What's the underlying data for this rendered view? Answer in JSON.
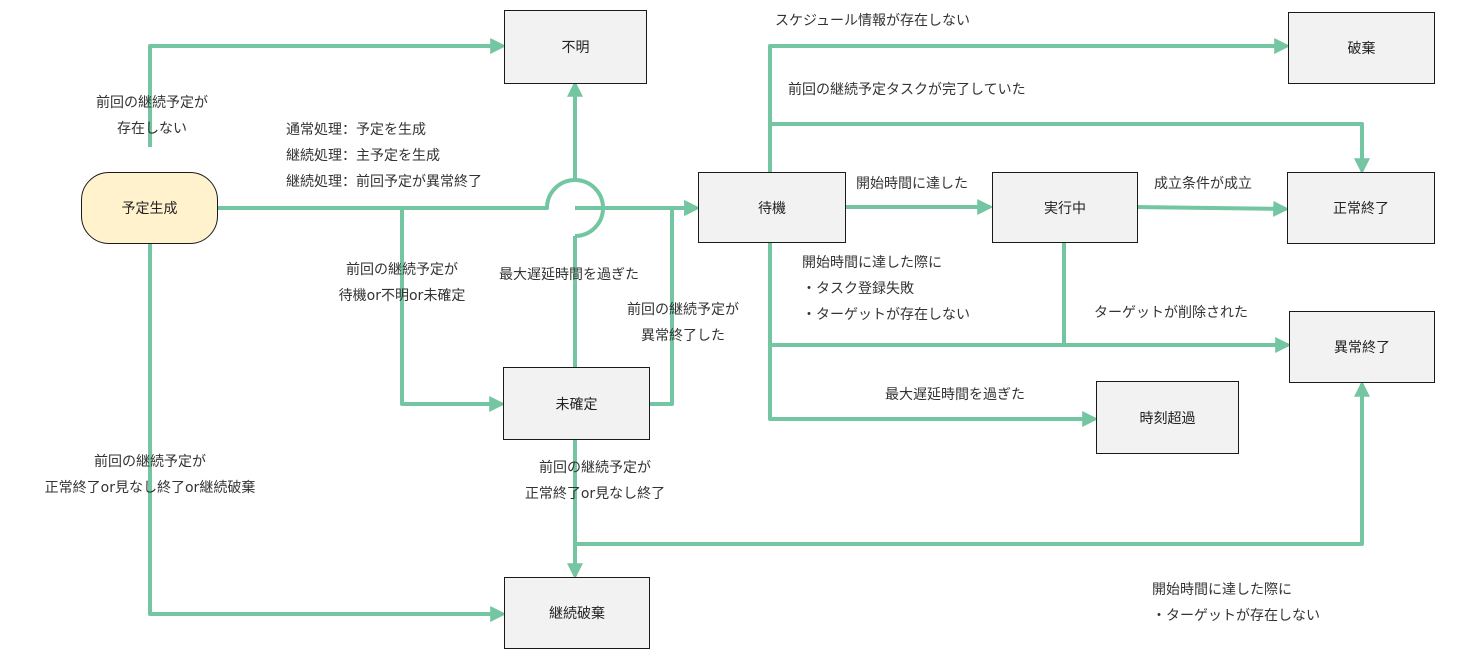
{
  "colors": {
    "edge": "#73c6a1",
    "node_fill": "#f2f2f2",
    "start_fill": "#fff2cc",
    "node_border": "#1a1a1a",
    "text": "#333333"
  },
  "nodes": {
    "start": "予定生成",
    "unknown": "不明",
    "waiting": "待機",
    "running": "実行中",
    "normal_end": "正常終了",
    "discard": "破棄",
    "abnormal_end": "異常終了",
    "time_over": "時刻超過",
    "undecided": "未確定",
    "continue_discard": "継続破棄"
  },
  "labels": {
    "no_prev": [
      "前回の継続予定が",
      "存在しない"
    ],
    "normal_processing": [
      "通常処理：予定を生成",
      "継続処理：主予定を生成",
      "継続処理：前回予定が異常終了"
    ],
    "prev_waiting": [
      "前回の継続予定が",
      "待機or不明or未確定"
    ],
    "max_delay_1": "最大遅延時間を過ぎた",
    "prev_abnormal": [
      "前回の継続予定が",
      "異常終了した"
    ],
    "prev_normal_or_discard": [
      "前回の継続予定が",
      "正常終了or見なし終了or継続破棄"
    ],
    "prev_normal": [
      "前回の継続予定が",
      "正常終了or見なし終了"
    ],
    "no_schedule": "スケジュール情報が存在しない",
    "prev_task_done": "前回の継続予定タスクが完了していた",
    "start_time_reached": "開始時間に達した",
    "condition_met": "成立条件が成立",
    "start_failure": [
      "開始時間に達した際に",
      "・タスク登録失敗",
      "・ターゲットが存在しない"
    ],
    "target_deleted": "ターゲットが削除された",
    "max_delay_2": "最大遅延時間を過ぎた",
    "start_no_target": [
      "開始時間に達した際に",
      "・ターゲットが存在しない"
    ]
  }
}
